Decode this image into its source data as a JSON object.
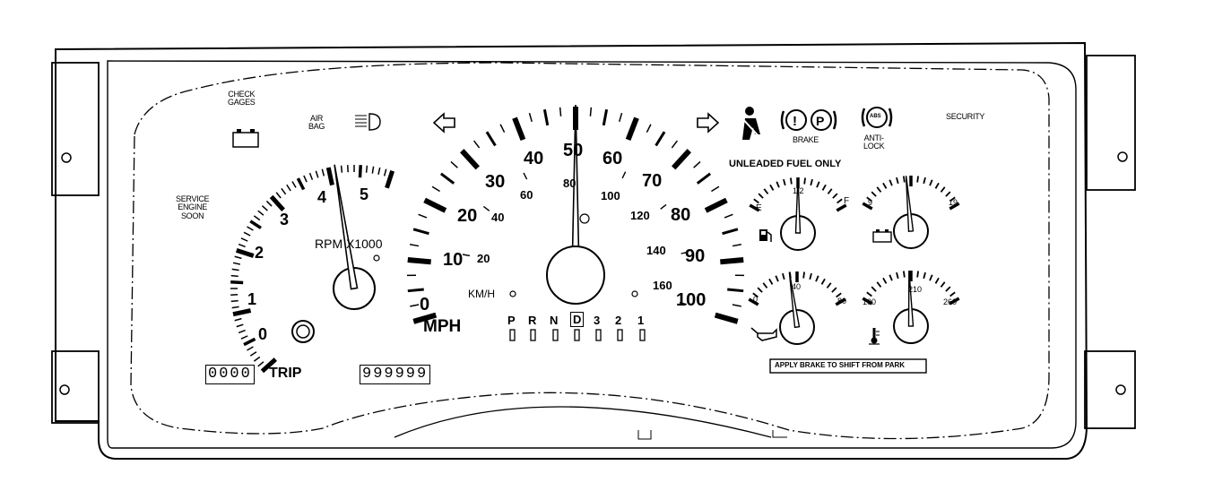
{
  "warnings": {
    "check_gages": "CHECK\nGAGES",
    "air_bag": "AIR\nBAG",
    "service_engine_soon": "SERVICE\nENGINE\nSOON",
    "brake": "BRAKE",
    "anti_lock": "ANTI-\nLOCK",
    "security": "SECURITY",
    "abs_badge": "ABS"
  },
  "tachometer": {
    "unit": "RPM X1000",
    "labels": [
      "0",
      "1",
      "2",
      "3",
      "4",
      "5"
    ],
    "needle_value": 4.1
  },
  "speedometer": {
    "mph_unit": "MPH",
    "kmh_unit": "KM/H",
    "mph_labels": [
      "0",
      "10",
      "20",
      "30",
      "40",
      "50",
      "60",
      "70",
      "80",
      "90",
      "100"
    ],
    "kmh_labels": [
      "20",
      "40",
      "60",
      "80",
      "100",
      "120",
      "140",
      "160"
    ],
    "needle_value": 50
  },
  "fuel": {
    "title": "UNLEADED FUEL ONLY",
    "empty": "E",
    "half": "1/2",
    "full": "F"
  },
  "voltmeter": {
    "low": "9",
    "high": "19"
  },
  "oil_pressure": {
    "low": "0",
    "mid": "40",
    "high": "80"
  },
  "coolant": {
    "low": "100",
    "mid": "210",
    "high": "260"
  },
  "gear_selector": {
    "gears": [
      "P",
      "R",
      "N",
      "D",
      "3",
      "2",
      "1"
    ],
    "selected": "D"
  },
  "odometer": {
    "trip_digits": "0000",
    "trip_label": "TRIP",
    "total_digits": "999999"
  },
  "notice": "APPLY BRAKE TO SHIFT FROM PARK"
}
